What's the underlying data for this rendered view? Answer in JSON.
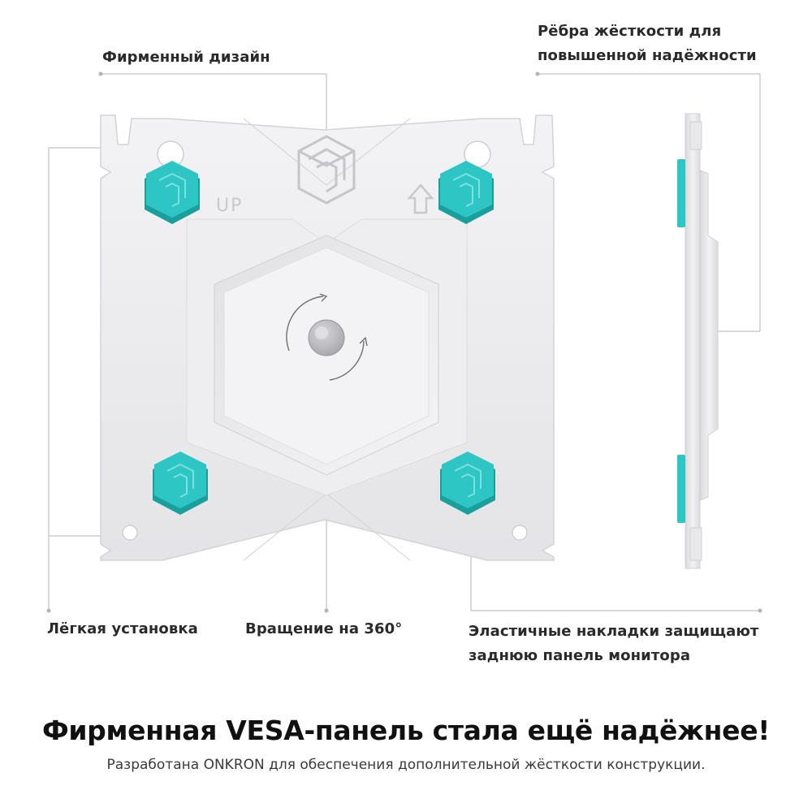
{
  "callouts": {
    "brand_design": "Фирменный дизайн",
    "ribs_line1": "Рёбра жёсткости для",
    "ribs_line2": "повышенной надёжности",
    "easy_install": "Лёгкая установка",
    "rotation": "Вращение на 360°",
    "pads_line1": "Эластичные накладки защищают",
    "pads_line2": "заднюю панель монитора"
  },
  "plate": {
    "up_label": "UP"
  },
  "headline": "Фирменная VESA-панель стала ещё надёжнее!",
  "subline": "Разработана ONKRON для обеспечения дополнительной жёсткости конструкции.",
  "colors": {
    "plate": "#ececee",
    "pad": "#2ec6c4",
    "pad_dark": "#1a9f9d",
    "leader": "#b4b4b4",
    "text": "#2a2a2a"
  },
  "icons": {
    "logo": "onkron-cube-logo-icon",
    "up_arrow": "up-arrow-icon",
    "rotation": "rotation-arrows-icon"
  }
}
